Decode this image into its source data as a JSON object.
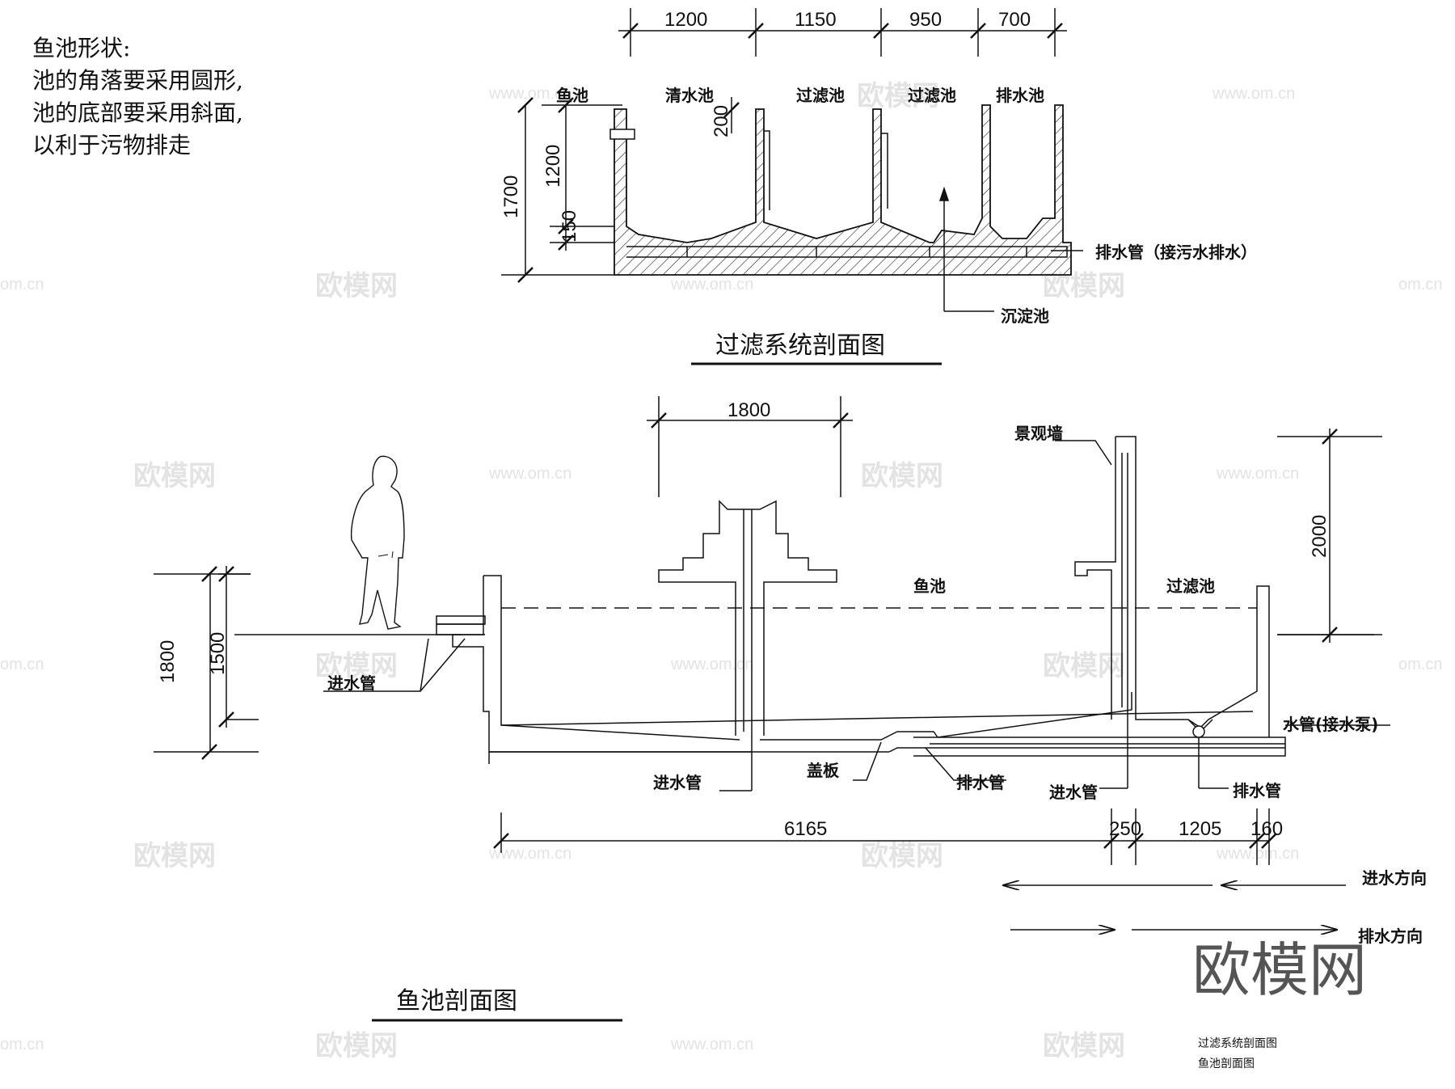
{
  "notes": {
    "line1": "鱼池形状:",
    "line2": "池的角落要采用圆形,",
    "line3": "池的底部要采用斜面,",
    "line4": "以利于污物排走"
  },
  "filter_section": {
    "title": "过滤系统剖面图",
    "dims_top": [
      "1200",
      "1150",
      "950",
      "700"
    ],
    "chambers": [
      "鱼池",
      "清水池",
      "过滤池",
      "过滤池",
      "排水池"
    ],
    "dims_left": [
      "1700",
      "1200",
      "150"
    ],
    "dim_200": "200",
    "drain_pipe_label": "排水管（接污水排水）",
    "sediment_label": "沉淀池"
  },
  "pond_section": {
    "title": "鱼池剖面图",
    "dim_top": "1800",
    "dim_right": "2000",
    "dims_left": [
      "1800",
      "1500"
    ],
    "labels": {
      "landscape_wall": "景观墙",
      "fish_pond": "鱼池",
      "filter_pond": "过滤池",
      "inlet_pipe_left": "进水管",
      "inlet_pipe_center": "进水管",
      "cover_plate": "盖板",
      "drain_pipe_center": "排水管",
      "inlet_pipe_right": "进水管",
      "water_pipe_pump": "水管(接水泵)",
      "drain_pipe_right": "排水管"
    },
    "dims_bottom": [
      "6165",
      "250",
      "1205",
      "160"
    ],
    "flow_in": "进水方向",
    "flow_out": "排水方向"
  },
  "legend": {
    "line1": "过滤系统剖面图",
    "line2": "鱼池剖面图"
  },
  "watermarks": {
    "brand": "欧模网",
    "site": "www.om.cn",
    "site_short": "om.cn",
    "logo": "欧模网"
  }
}
